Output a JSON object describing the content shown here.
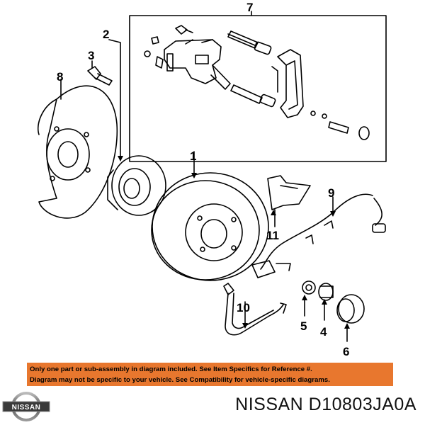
{
  "callouts": {
    "c1": "1",
    "c2": "2",
    "c3": "3",
    "c4": "4",
    "c5": "5",
    "c6": "6",
    "c7": "7",
    "c8": "8",
    "c9": "9",
    "c10": "10",
    "c11": "11"
  },
  "notice": {
    "line1": "Only one part or sub-assembly in diagram included. See Item Specifics for Reference #.",
    "line2": "Diagram may not be specific to your vehicle. See Compatibility for vehicle-specific diagrams."
  },
  "footer": {
    "brand_logo_text": "NISSAN",
    "part_label": "NISSAN D10803JA0A"
  },
  "colors": {
    "notice_bg": "#e8772e",
    "line": "#000000"
  }
}
